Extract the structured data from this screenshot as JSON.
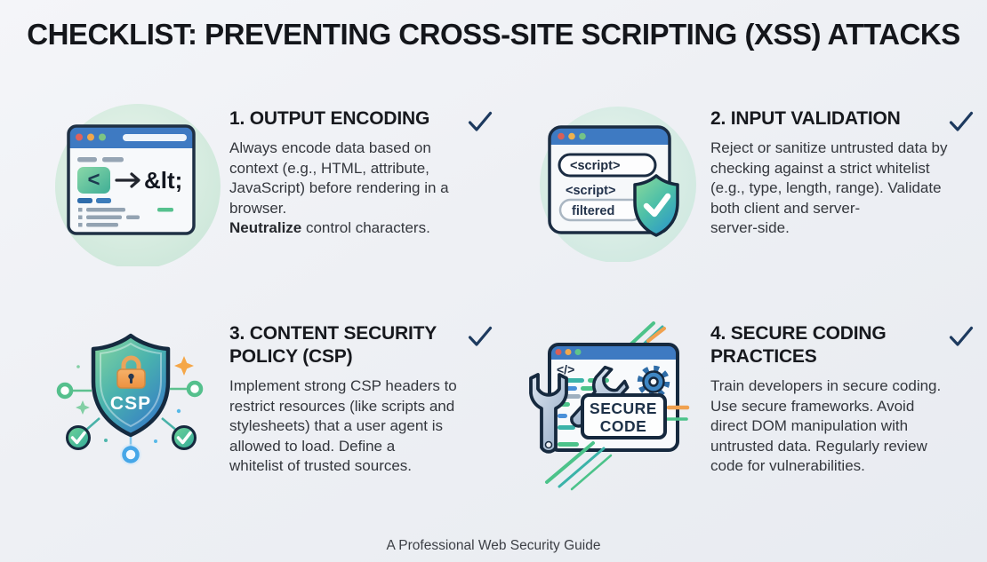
{
  "header": {
    "title": "CHECKLIST: PREVENTING CROSS-SITE SCRIPTING (XSS) ATTACKS"
  },
  "footer": {
    "text": "A Professional Web Security Guide"
  },
  "colors": {
    "background": "#eef0f4",
    "title_text": "#14161b",
    "heading_text": "#17191e",
    "body_text": "#34373d",
    "checkmark_navy": "#1d3a5f",
    "outline_navy": "#16293e",
    "browser_header_blue": "#3e7ac2",
    "accent_green": "#4cc38a",
    "accent_teal": "#3bb3a9",
    "accent_orange": "#f0a14f",
    "icon_circle_mint": "#d6eadd",
    "dot_red": "#e0625b",
    "dot_orange": "#f0a74c",
    "dot_green": "#7cc584"
  },
  "items": [
    {
      "heading": "1. OUTPUT ENCODING",
      "body": "Always encode data based on\ncontext (e.g., HTML, attribute,\nJavaScript) before rendering in a\nbrowser.",
      "body_bold": "Neutralize",
      "body_after_bold": " control characters.",
      "icon": {
        "name": "browser-encoding-icon",
        "unencoded": "<",
        "encoded": "&lt;"
      }
    },
    {
      "heading": "2. INPUT VALIDATION",
      "body": "Reject or sanitize untrusted data by\nchecking against a strict whitelist\n(e.g., type, length, range). Validate\nboth client and server-\nserver-side.",
      "icon": {
        "name": "script-filter-shield-icon",
        "pill1": "<script>",
        "pill2": "<script>",
        "pill3": "filtered"
      }
    },
    {
      "heading": "3. CONTENT SECURITY\nPOLICY (CSP)",
      "body": "Implement strong CSP headers to\nrestrict resources (like scripts and\nstylesheets) that a user agent is\nallowed to load. Define a\nwhitelist of trusted sources.",
      "icon": {
        "name": "csp-shield-icon",
        "label": "CSP"
      }
    },
    {
      "heading": "4. SECURE CODING\nPRACTICES",
      "body": "Train developers in secure coding.\nUse secure frameworks. Avoid\ndirect DOM manipulation with\nuntrusted data. Regularly review\ncode for vulnerabilities.",
      "icon": {
        "name": "secure-code-icon",
        "code_glyph": "</>",
        "label_line1": "SECURE",
        "label_line2": "CODE"
      }
    }
  ]
}
